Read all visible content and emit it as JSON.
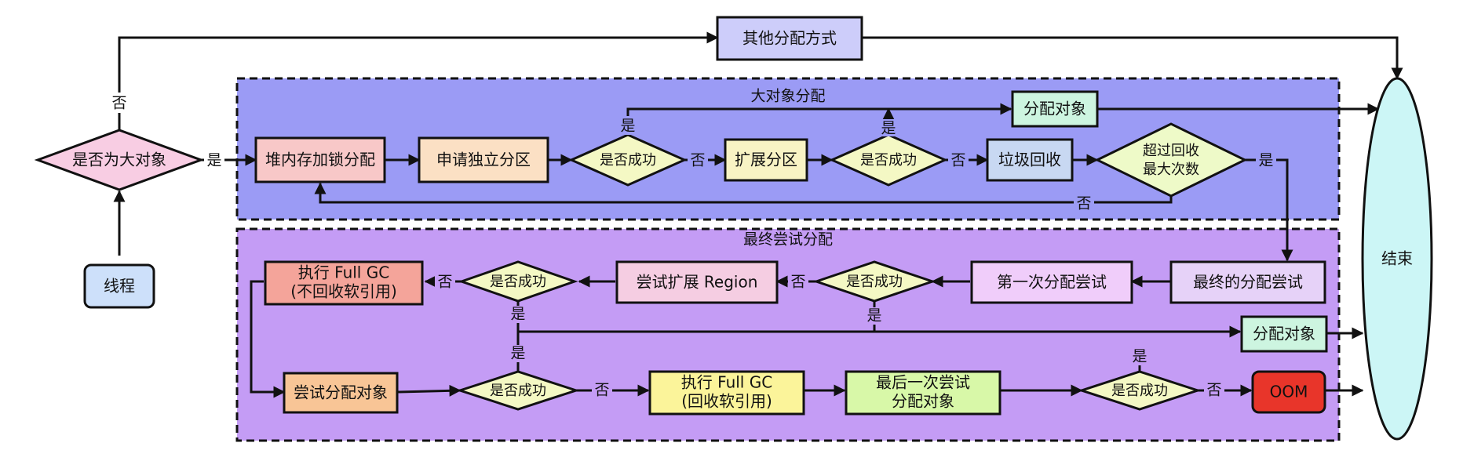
{
  "groups": {
    "large_alloc": {
      "title": "大对象分配",
      "color": "#9b9bf5"
    },
    "final_try": {
      "title": "最终尝试分配",
      "color": "#c49cf5"
    }
  },
  "nodes": {
    "is_large": {
      "text": "是否为大对象",
      "fill": "#f8cde3"
    },
    "thread": {
      "text": "线程",
      "fill": "#cde0fa"
    },
    "other_alloc": {
      "text": "其他分配方式",
      "fill": "#cdcdfa"
    },
    "end": {
      "text": "结束",
      "fill": "#ccf6f6"
    },
    "heap_lock": {
      "text": "堆内存加锁分配",
      "fill": "#f8c8c8"
    },
    "apply_region": {
      "text": "申请独立分区",
      "fill": "#fbe0c4"
    },
    "ok1": {
      "text": "是否成功",
      "fill": "#f4f8c4"
    },
    "expand_region": {
      "text": "扩展分区",
      "fill": "#f8f3c4"
    },
    "ok2": {
      "text": "是否成功",
      "fill": "#f4f8c4"
    },
    "gc": {
      "text": "垃圾回收",
      "fill": "#c8d8f2"
    },
    "max_gc_line1": {
      "text": "超过回收"
    },
    "max_gc_line2": {
      "text": "最大次数"
    },
    "max_gc": {
      "fill": "#eefac8"
    },
    "alloc_obj_top": {
      "text": "分配对象",
      "fill": "#cdf5e0"
    },
    "final_try_box": {
      "text": "最终的分配尝试",
      "fill": "#e6d2f8"
    },
    "first_try": {
      "text": "第一次分配尝试",
      "fill": "#f0cdfa"
    },
    "ok3": {
      "text": "是否成功",
      "fill": "#f4f8c4"
    },
    "try_expand": {
      "text": "尝试扩展 Region",
      "fill": "#f5cde2"
    },
    "ok4": {
      "text": "是否成功",
      "fill": "#f4f8c4"
    },
    "full_gc1_line1": {
      "text": "执行 Full GC"
    },
    "full_gc1_line2": {
      "text": "(不回收软引用)"
    },
    "full_gc1": {
      "fill": "#f4a49a"
    },
    "try_alloc": {
      "text": "尝试分配对象",
      "fill": "#f8c596"
    },
    "ok5": {
      "text": "是否成功",
      "fill": "#f4f8c4"
    },
    "full_gc2_line1": {
      "text": "执行 Full GC"
    },
    "full_gc2_line2": {
      "text": "(回收软引用)"
    },
    "full_gc2": {
      "fill": "#fbf49a"
    },
    "last_try_line1": {
      "text": "最后一次尝试"
    },
    "last_try_line2": {
      "text": "分配对象"
    },
    "last_try": {
      "fill": "#d8f8a8"
    },
    "ok6": {
      "text": "是否成功",
      "fill": "#f4f8c4"
    },
    "alloc_obj_bottom": {
      "text": "分配对象",
      "fill": "#cdf5e0"
    },
    "oom": {
      "text": "OOM",
      "fill": "#e8352a"
    }
  },
  "edge_labels": {
    "large_no": "否",
    "large_yes": "是",
    "ok1_yes": "是",
    "ok1_no": "否",
    "ok2_yes": "是",
    "ok2_no": "否",
    "max_gc_yes": "是",
    "max_gc_no": "否",
    "ok3_no": "否",
    "ok3_yes": "是",
    "ok4_no": "否",
    "ok4_yes": "是",
    "ok5_no": "否",
    "ok6_yes": "是",
    "ok6_no": "否"
  }
}
